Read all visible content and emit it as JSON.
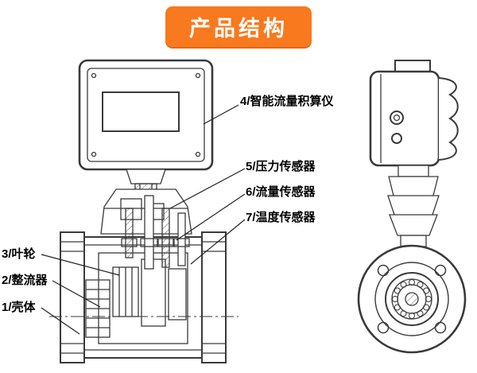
{
  "banner": {
    "title": "产品结构"
  },
  "callouts": {
    "c4": {
      "text": "4/智能流量积算仪"
    },
    "c5": {
      "text": "5/压力传感器"
    },
    "c6": {
      "text": "6/流量传感器"
    },
    "c7": {
      "text": "7/温度传感器"
    },
    "c3": {
      "text": "3/叶轮"
    },
    "c2": {
      "text": "2/整流器"
    },
    "c1": {
      "text": "1/壳体"
    }
  },
  "colors": {
    "banner_bg": "#f8791e",
    "banner_text": "#ffffff",
    "line": "#3a3a3a"
  }
}
